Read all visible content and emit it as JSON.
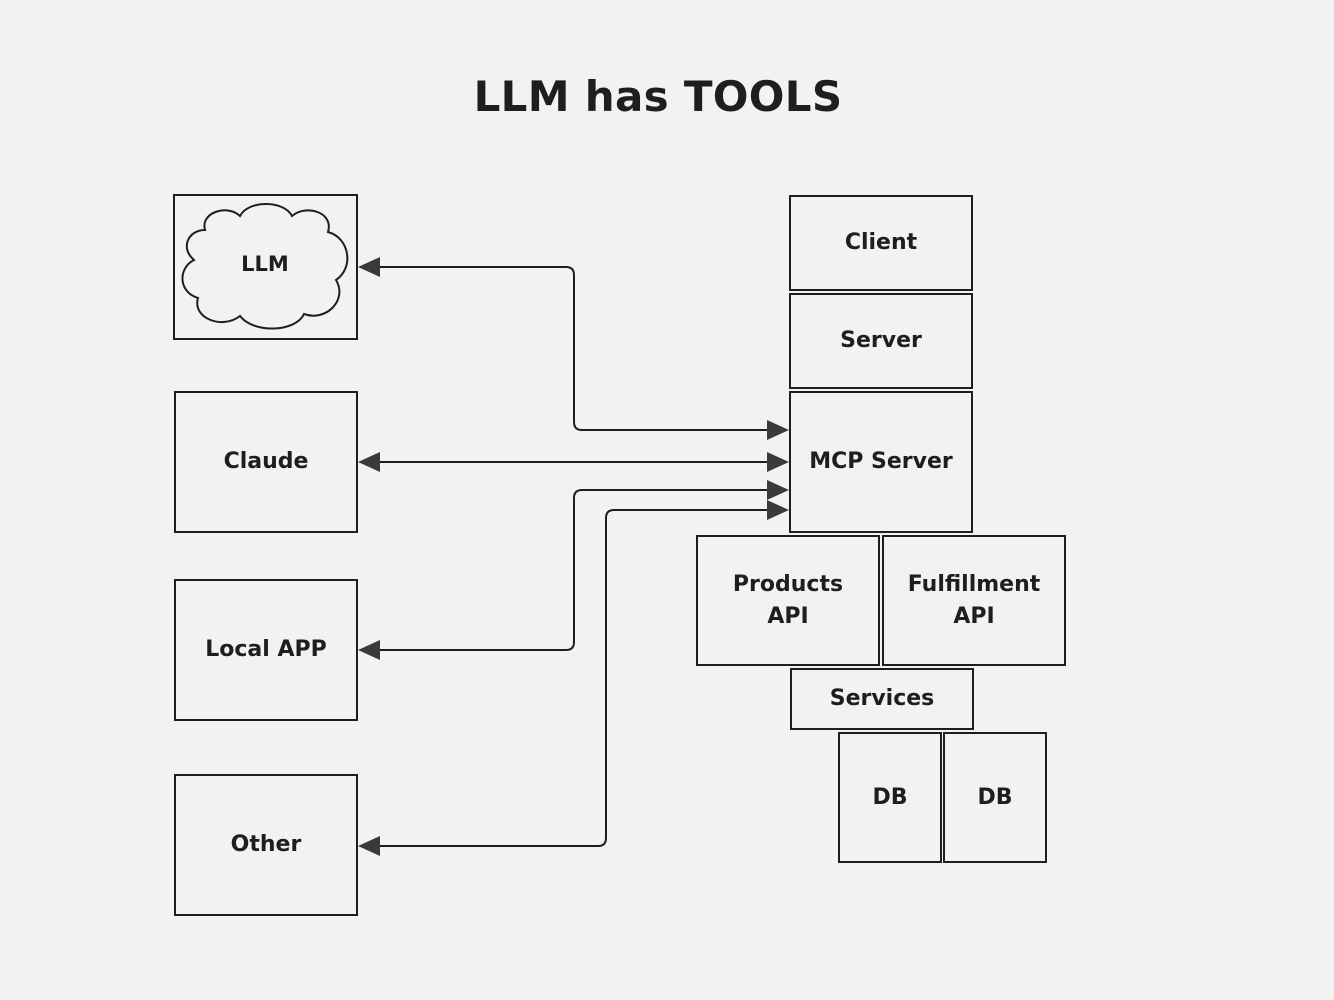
{
  "title": "LLM has TOOLS",
  "clients": {
    "llm": "LLM",
    "claude": "Claude",
    "local_app": "Local APP",
    "other": "Other"
  },
  "stack": {
    "client": "Client",
    "server": "Server",
    "mcp_server": "MCP Server",
    "products_api": "Products\nAPI",
    "fulfillment_api": "Fulfillment\nAPI",
    "services": "Services",
    "db_1": "DB",
    "db_2": "DB"
  }
}
